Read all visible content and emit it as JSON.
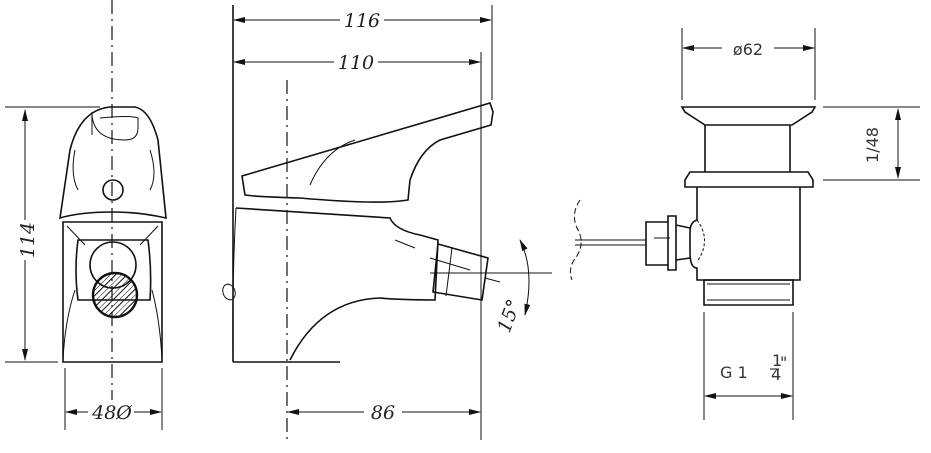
{
  "front_view": {
    "height_dim": "114",
    "width_dim": "48Ø"
  },
  "side_view": {
    "overall_length_dim": "116",
    "lever_length_dim": "110",
    "spout_reach_dim": "86",
    "spout_angle_dim": "15°"
  },
  "waste_view": {
    "flange_diameter_dim": "ø62",
    "flange_height_dim": "1/48",
    "thread_dim_prefix": "G 1",
    "thread_fraction_num": "1",
    "thread_fraction_den": "4",
    "thread_inch_mark": "\""
  }
}
